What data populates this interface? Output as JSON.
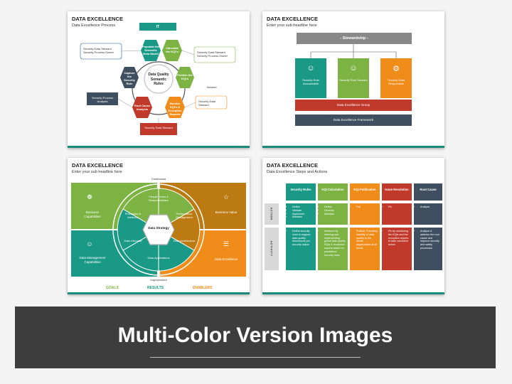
{
  "slide1": {
    "title": "DATA EXCELLENCE",
    "subtitle": "Data Excellence Process",
    "center": "Data Quality Semantic Rules",
    "it_label": "IT",
    "intranet_label": "Intranet",
    "nodes": {
      "populate": "Populate the Semantic Meta Model",
      "calculate": "Calculate the KQI's",
      "publish": "Publish the KQI's",
      "monitor": "Monitor KQI's & Exception Reports",
      "root_cause": "Root Cause Analysis",
      "capture": "Capture the Security Rule"
    },
    "callouts": {
      "top_left": [
        "Security Data Steward",
        "Security Process Owner"
      ],
      "top_right": [
        "Security Data Steward",
        "Security Process Owner"
      ],
      "right": [
        "Security Data Steward"
      ],
      "left": "Security Process Analysis",
      "bottom": "Security Data Steward"
    }
  },
  "slide2": {
    "title": "DATA EXCELLENCE",
    "subtitle": "Enter your sub headline here",
    "stewardship": "- Stewardship -",
    "boxes": [
      {
        "label": "Security Rule Accountable",
        "color": "#1a9a86"
      },
      {
        "label": "Security Rule Steward",
        "color": "#7cb342"
      },
      {
        "label": "Security Data Responsible",
        "color": "#f08c1a"
      }
    ],
    "group": "Data Excellence Group",
    "framework": "Data Excellence Framework",
    "colors": {
      "group": "#c0392b",
      "framework": "#3f4f5f",
      "stewardship": "#888888"
    }
  },
  "slide3": {
    "title": "DATA EXCELLENCE",
    "subtitle": "Enter your sub headline here",
    "continuous": "Continuous",
    "improvement": "Improvement",
    "center": "Data Strategy",
    "quadrants": {
      "business_capabilities": "Business Capabilities",
      "business_value": "Business Value",
      "data_management": "Data Management Capabilities",
      "data_excellence": "Data Excellence"
    },
    "segments": {
      "people": "People Roles & Responsibilities",
      "performance": "Performance Management",
      "architecture": "Data Architecture",
      "applications": "Data Applications",
      "lifecycle": "Data Lifecycle",
      "processes": "Processes & Methods"
    },
    "legend": {
      "goals": "GOALS",
      "results": "RESULTS",
      "enablers": "ENABLERS"
    },
    "colors": {
      "goals": "#7cb342",
      "results": "#1a9a86",
      "enablers": "#f08c1a"
    }
  },
  "slide4": {
    "title": "DATA EXCELLENCE",
    "subtitle": "Data Excellence Steps and Actions",
    "row_labels": {
      "action": "ACTION",
      "activity": "ACTIVITY"
    },
    "columns": [
      {
        "header": "Security Rules",
        "color": "#1a9a86",
        "action": [
          "Define",
          "Validate",
          "Implement",
          "Maintain"
        ],
        "activity": [
          "Define security rules to support data quality dimensions per security object"
        ]
      },
      {
        "header": "KQI Calculation",
        "color": "#7cb342",
        "action": [
          "Define",
          "Develop",
          "Maintain"
        ],
        "activity": [
          "Measure by defining and implementing global data quality KQIs & exception reports based on predefined security rules"
        ]
      },
      {
        "header": "KQI Publication",
        "color": "#f08c1a",
        "action": [
          "Full"
        ],
        "activity": [
          "Publish, Providing visibility of data quality to the whole organization at all levels"
        ]
      },
      {
        "header": "Issue Resolution",
        "color": "#c0392b",
        "action": [
          "Fix"
        ],
        "activity": [
          "Fix by monitoring the KQIs and the exception reports to take corrective action"
        ]
      },
      {
        "header": "Root Cause",
        "color": "#3f4f5f",
        "action": [
          "Analyse"
        ],
        "activity": [
          "Analyze & address the root cause and improve security and safety processes"
        ]
      }
    ]
  },
  "banner": {
    "title": "Multi-Color Version Images"
  }
}
